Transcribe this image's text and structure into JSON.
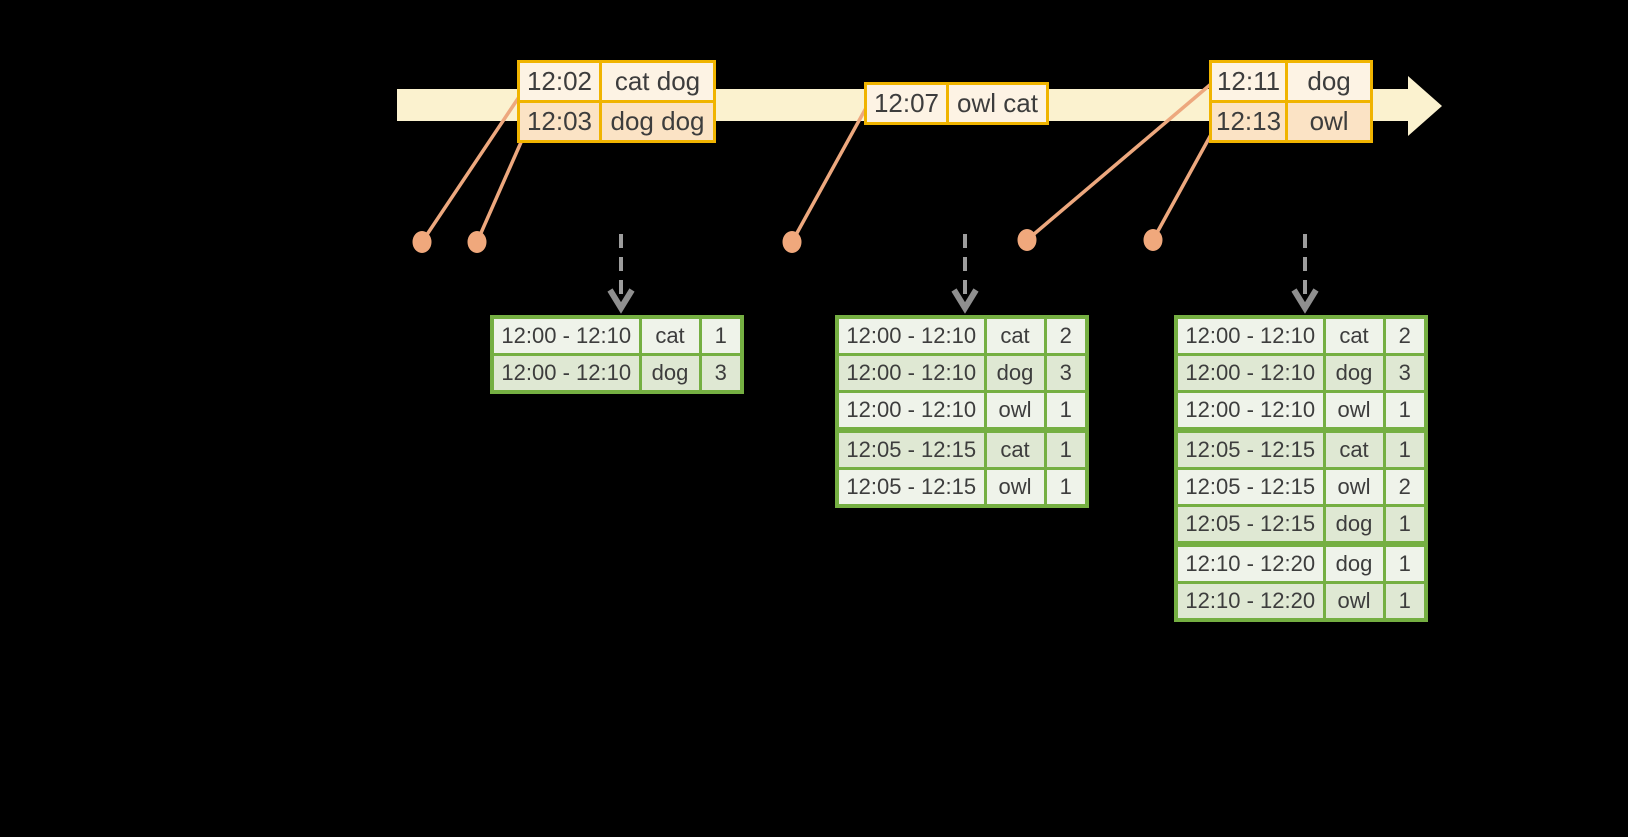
{
  "diagram": {
    "kind": "streaming windowed word-count timeline",
    "colors": {
      "background": "#000000",
      "timeline_fill": "#fbf2cf",
      "event_table_border": "#f0b400",
      "event_row_dark": "#fbe3c5",
      "event_row_light": "#fdf3e4",
      "result_table_border": "#75af42",
      "result_row_dark": "#dfe8d3",
      "result_row_light": "#eff3ea",
      "connector_orange": "#eda87e",
      "dot_orange": "#f0a87c",
      "trigger_arrow_gray": "#9d9d9d",
      "text": "#3d3d3d"
    }
  },
  "timeline": {
    "event_tables": [
      {
        "rows": [
          {
            "time": "12:02",
            "words": "cat dog"
          },
          {
            "time": "12:03",
            "words": "dog dog"
          }
        ]
      },
      {
        "rows": [
          {
            "time": "12:07",
            "words": "owl cat"
          }
        ]
      },
      {
        "rows": [
          {
            "time": "12:11",
            "words": "dog"
          },
          {
            "time": "12:13",
            "words": "owl"
          }
        ]
      }
    ]
  },
  "result_tables": [
    {
      "rows": [
        {
          "window": "12:00 - 12:10",
          "word": "cat",
          "count": "1"
        },
        {
          "window": "12:00 - 12:10",
          "word": "dog",
          "count": "3"
        }
      ]
    },
    {
      "rows": [
        {
          "window": "12:00 - 12:10",
          "word": "cat",
          "count": "2"
        },
        {
          "window": "12:00 - 12:10",
          "word": "dog",
          "count": "3"
        },
        {
          "window": "12:00 - 12:10",
          "word": "owl",
          "count": "1"
        },
        {
          "window": "12:05 - 12:15",
          "word": "cat",
          "count": "1"
        },
        {
          "window": "12:05 - 12:15",
          "word": "owl",
          "count": "1"
        }
      ]
    },
    {
      "rows": [
        {
          "window": "12:00 - 12:10",
          "word": "cat",
          "count": "2"
        },
        {
          "window": "12:00 - 12:10",
          "word": "dog",
          "count": "3"
        },
        {
          "window": "12:00 - 12:10",
          "word": "owl",
          "count": "1"
        },
        {
          "window": "12:05 - 12:15",
          "word": "cat",
          "count": "1"
        },
        {
          "window": "12:05 - 12:15",
          "word": "owl",
          "count": "2"
        },
        {
          "window": "12:05 - 12:15",
          "word": "dog",
          "count": "1"
        },
        {
          "window": "12:10 - 12:20",
          "word": "dog",
          "count": "1"
        },
        {
          "window": "12:10 - 12:20",
          "word": "owl",
          "count": "1"
        }
      ]
    }
  ]
}
